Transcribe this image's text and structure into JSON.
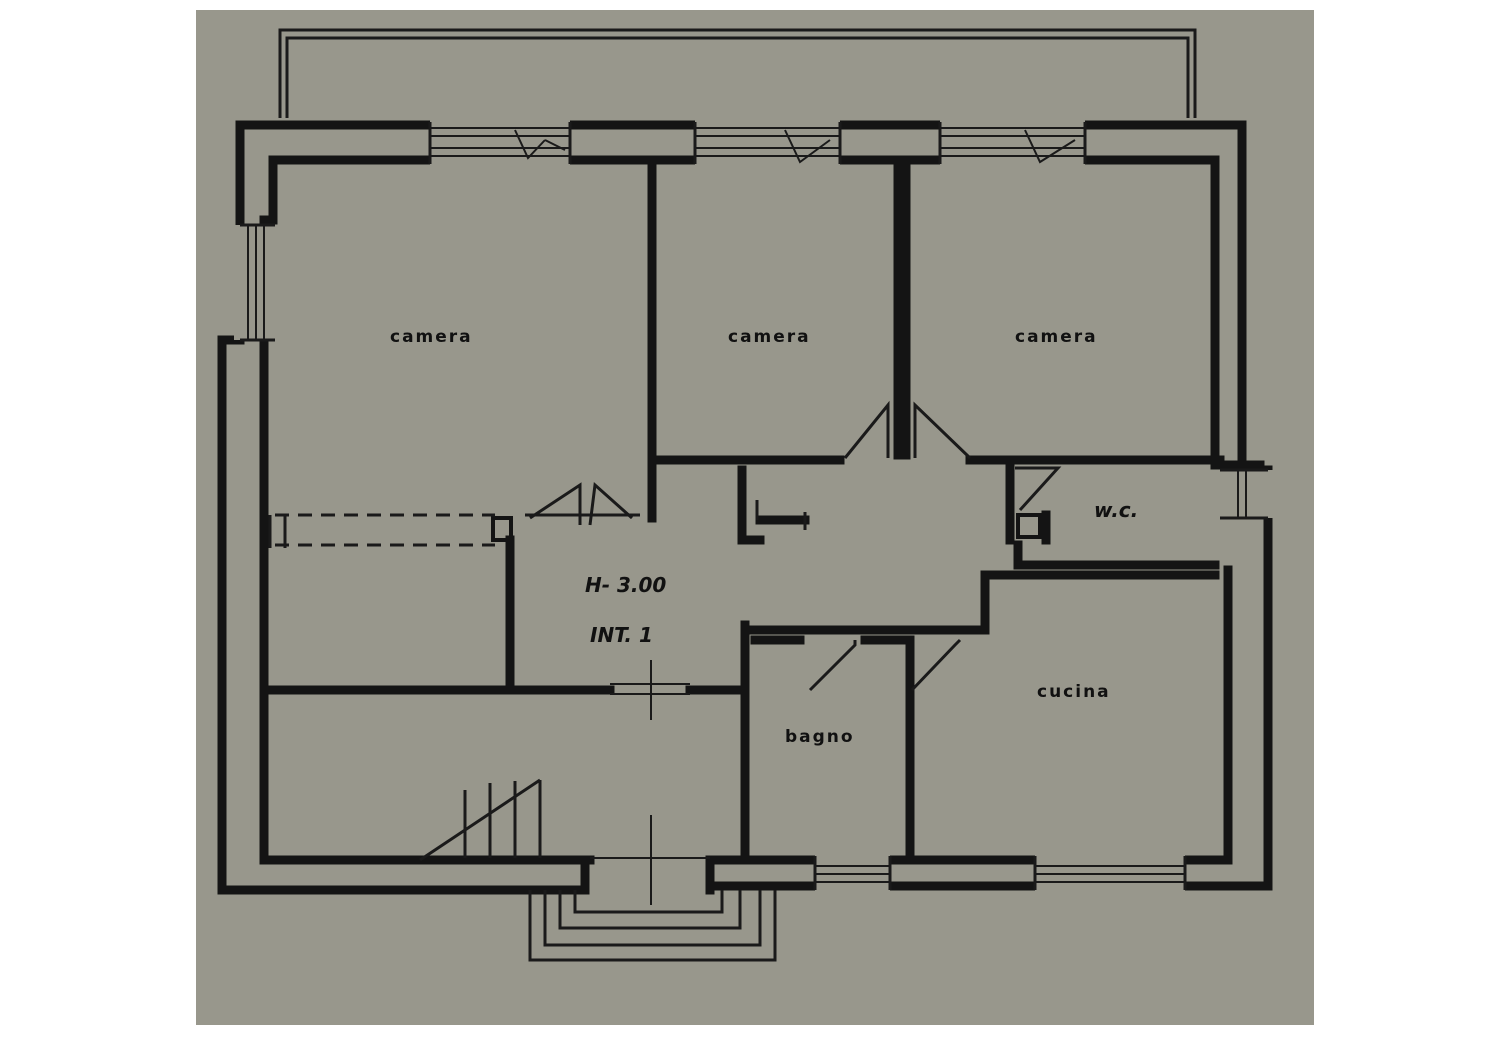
{
  "rooms": [
    {
      "id": "camera-1",
      "label": "camera"
    },
    {
      "id": "camera-2",
      "label": "camera"
    },
    {
      "id": "camera-3",
      "label": "camera"
    },
    {
      "id": "wc",
      "label": "w.c."
    },
    {
      "id": "cucina",
      "label": "cucina"
    },
    {
      "id": "bagno",
      "label": "bagno"
    }
  ],
  "annotations": {
    "height": "H- 3.00",
    "unit": "INT. 1"
  },
  "colors": {
    "paper": "#98978c",
    "ink": "#141414",
    "background": "#ffffff"
  }
}
